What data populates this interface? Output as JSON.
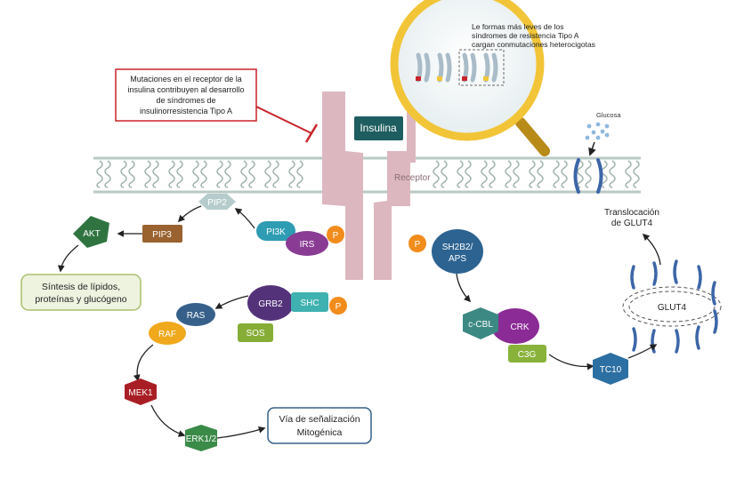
{
  "diagram": {
    "annotations": {
      "mutation_note": [
        "Mutaciones en el receptor de la",
        "insulina contribuyen al desarrollo",
        "de síndromes de",
        "insulinorresistencia Tipo A"
      ],
      "magnifier_note": [
        "Le formas más leves de los",
        "síndromes de resistencia Tipo A",
        "cargan conmutaciones heterocigotas"
      ]
    },
    "receptor": {
      "ligand": "Insulina",
      "label": "Receptor"
    },
    "glucose_label": "Glucosa",
    "translocation_label": [
      "Translocación",
      "de GLUT4"
    ],
    "glut4_label": "GLUT4",
    "nodes": {
      "pip2": "PIP2",
      "pi3k": "PI3K",
      "irs": "IRS",
      "p_irs": "P",
      "akt": "AKT",
      "pip3": "PIP3",
      "grb2": "GRB2",
      "shc": "SHC",
      "p_shc": "P",
      "sos": "SOS",
      "ras": "RAS",
      "raf": "RAF",
      "mek1": "MEK1",
      "erk": "ERK1/2",
      "p_sh2b2": "P",
      "sh2b2": [
        "SH2B2/",
        "APS"
      ],
      "ccbl": "c-CBL",
      "crk": "CRK",
      "c3g": "C3G",
      "tc10": "TC10"
    },
    "outcomes": {
      "synthesis": [
        "Síntesis de lípidos,",
        "proteínas y glucógeno"
      ],
      "mitogenic": [
        "Vía de señalización",
        "Mitogénica"
      ]
    },
    "colors": {
      "membrane": "#b9c9c4",
      "receptor": "#dcb7c0",
      "insulin": "#1e5d60",
      "pip2": "#b6cccc",
      "pi3k": "#2e9cb2",
      "irs": "#8a3c94",
      "phospho": "#f28c1c",
      "akt": "#2f7440",
      "pip3": "#99622f",
      "grb2": "#54327a",
      "shc": "#3fb1b0",
      "sos": "#86ad36",
      "ras": "#36608a",
      "raf": "#f0a81c",
      "mek1": "#a81e24",
      "erk": "#3a8a48",
      "sh2b2": "#2c6391",
      "ccbl": "#3c8983",
      "crk": "#8b2b96",
      "c3g": "#88b23a",
      "tc10": "#2c6fa2",
      "glut4": "#3c66a8",
      "note_border": "#c8242a",
      "magnifier_ring": "#f2c538"
    }
  }
}
